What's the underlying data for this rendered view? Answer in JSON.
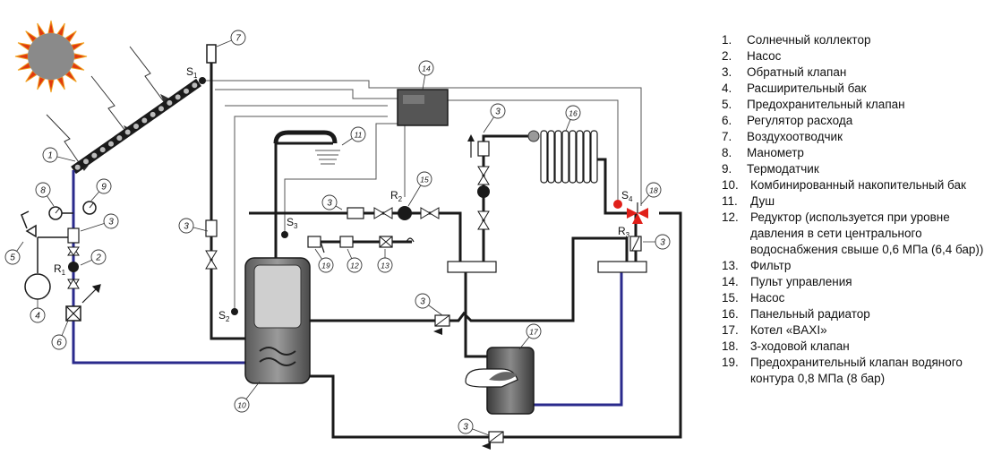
{
  "labels": {
    "s1": "S",
    "s1_sub": "1",
    "s2": "S",
    "s2_sub": "2",
    "s3": "S",
    "s3_sub": "3",
    "s4": "S",
    "s4_sub": "4",
    "r1": "R",
    "r1_sub": "1",
    "r2": "R",
    "r2_sub": "2",
    "r3": "R",
    "r3_sub": "3"
  },
  "callouts": [
    "1",
    "2",
    "3",
    "4",
    "5",
    "6",
    "7",
    "8",
    "9",
    "10",
    "11",
    "12",
    "13",
    "14",
    "15",
    "16",
    "17",
    "18",
    "19"
  ],
  "legend": [
    {
      "num": "1.",
      "text": "Солнечный коллектор"
    },
    {
      "num": "2.",
      "text": "Насос"
    },
    {
      "num": "3.",
      "text": "Обратный клапан"
    },
    {
      "num": "4.",
      "text": "Расширительный бак"
    },
    {
      "num": "5.",
      "text": "Предохранительный клапан"
    },
    {
      "num": "6.",
      "text": "Регулятор расхода"
    },
    {
      "num": "7.",
      "text": "Воздухоотводчик"
    },
    {
      "num": "8.",
      "text": "Манометр"
    },
    {
      "num": "9.",
      "text": "Термодатчик"
    },
    {
      "num": "10.",
      "text": "Комбинированный накопительный бак"
    },
    {
      "num": "11.",
      "text": "Душ"
    },
    {
      "num": "12.",
      "text": "Редуктор (используется при уровне давления в сети центрального водоснабжения свыше 0,6 МПа (6,4 бар))"
    },
    {
      "num": "13.",
      "text": "Фильтр"
    },
    {
      "num": "14.",
      "text": "Пульт управления"
    },
    {
      "num": "15.",
      "text": "Насос"
    },
    {
      "num": "16.",
      "text": "Панельный радиатор"
    },
    {
      "num": "17.",
      "text": "Котел «BAXI»"
    },
    {
      "num": "18.",
      "text": "3-ходовой клапан"
    },
    {
      "num": "19.",
      "text": "Предохранительный клапан водяного контура 0,8 МПа (8 бар)"
    }
  ],
  "colors": {
    "pipe": "#1a1a1a",
    "cold_pipe": "#2a2a8c",
    "signal_line": "#555555",
    "sun_fill": "#8a8a8a",
    "sun_rays": "#e03a10",
    "valve_red": "#e0201a",
    "sensor_red": "#e0201a"
  }
}
